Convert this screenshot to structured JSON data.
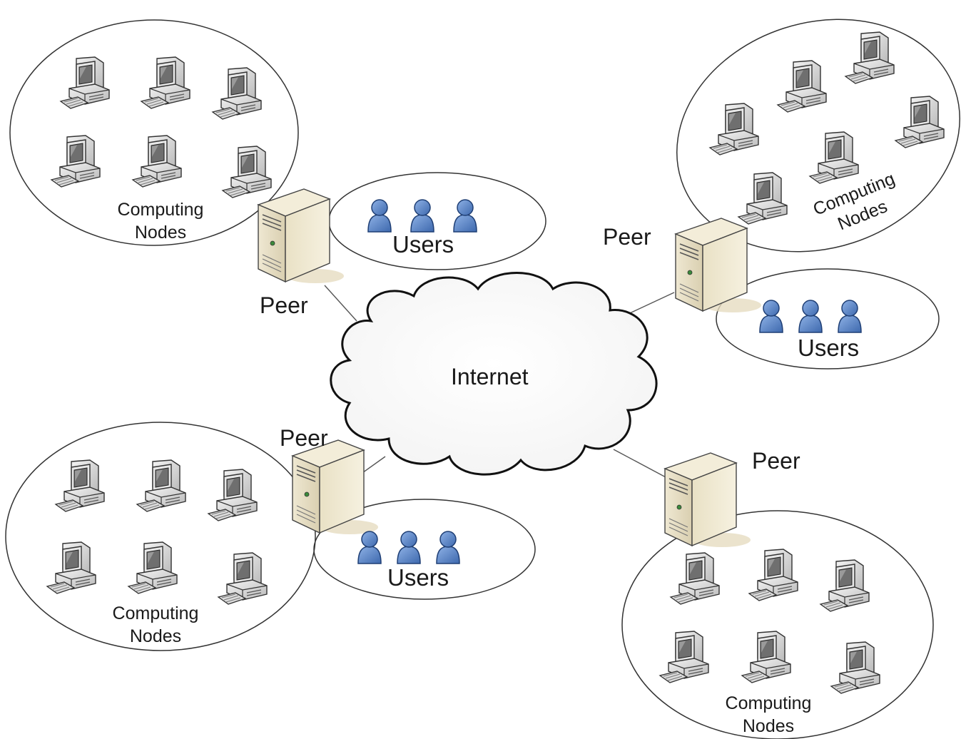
{
  "internet_label": "Internet",
  "peer_label": "Peer",
  "users_label": "Users",
  "nodes_label_line1": "Computing",
  "nodes_label_line2": "Nodes",
  "icons": {
    "cloud": "internet-cloud-icon",
    "server": "server-tower-icon",
    "computer": "desktop-computer-icon",
    "user": "user-icon"
  },
  "colors": {
    "server_face": "#e4dcc4",
    "user_fill": "#4f7fc4",
    "computer_shell": "#d6d6d6",
    "outline": "#222222"
  }
}
